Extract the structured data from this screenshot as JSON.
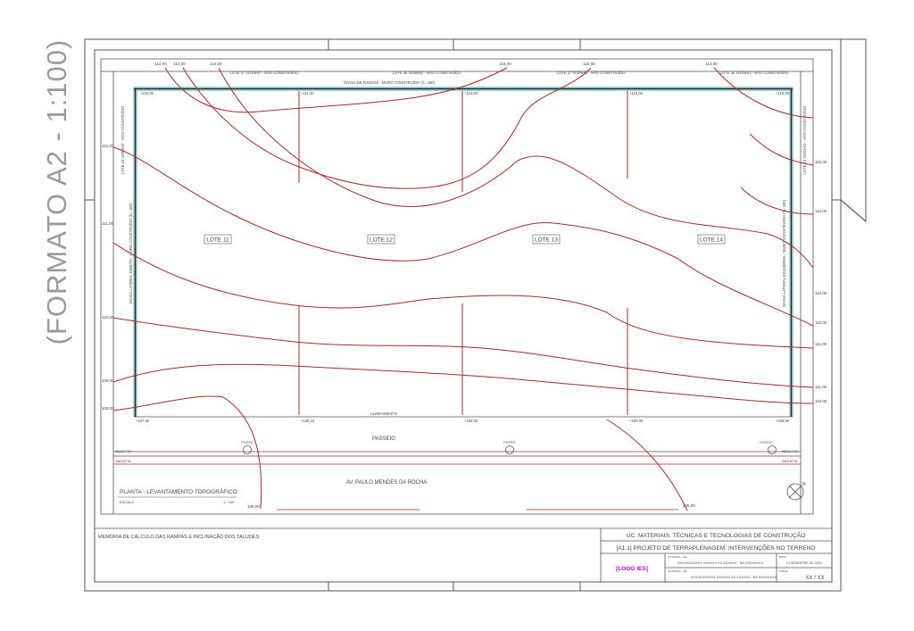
{
  "format_title": "(FORMATO A2 - 1:100)",
  "neighbors": {
    "top_left": "LOTE 37 VIZINHO - NÃO CONSTRUÍDO",
    "top_middle": "LOTE 38 VIZINHO - NÃO CONSTRUÍDO",
    "top_mid_right": "LOTE 37 VIZINHO - NÃO CONSTRUÍDO",
    "top_right": "LOTE 34 VIZINHO - NÃO CONSTRUÍDO",
    "left": "LOTE 10 VIZINHO - NÃO CONSTRUÍDO",
    "right": "LOTE 15 VIZINHO - NÃO CONSTRUÍDO"
  },
  "walls": {
    "top": "DIVISA DE FUNDOS - MURO CONSTRUÍDO (h= 180)",
    "left": "DIVISA LATERAL DIREITA - MURO CONSTRUÍDO (h= 180)",
    "right": "DIVISA LATERAL ESQUERDA - MURO CONSTRUÍDO (h= 180)"
  },
  "lots": [
    "LOTE 11",
    "LOTE 12",
    "LOTE 13",
    "LOTE 14"
  ],
  "top_contour_labels": [
    "112,00",
    "114,00",
    "116,00",
    "116,00",
    "115,00",
    "113,00"
  ],
  "left_contour_labels": [
    "112,00",
    "111,00",
    "110,00",
    "109,00",
    "108,00"
  ],
  "right_contour_labels": [
    "115,00",
    "114,00",
    "113,00",
    "112,00",
    "111,00",
    "111,00",
    "110,00"
  ],
  "corner_top_levels": [
    "+110,00",
    "+111,00",
    "+114,00",
    "+115,00",
    "+115,00"
  ],
  "corner_bottom_levels": [
    "+107,00",
    "+108,10",
    "+108,00",
    "+109,00",
    "+108,00"
  ],
  "bottom_contour_label": "109,00",
  "bottom_right_contour_label": "106,00",
  "alinhamento": "ALINHAMENTO",
  "passeio": "PASSEIO",
  "poste": "POSTE",
  "meio_fio": "MEIO-FIO",
  "sarjeta": "SARJETA",
  "street": "AV. PAULO MENDES DA ROCHA",
  "plan_title": "PLANTA - LEVANTAMENTO TOPOGRÁFICO",
  "scale_label": "ESCALA",
  "scale_value": "1 / 100",
  "north": "N",
  "title_block": {
    "memo": "MEMÓRIA DE CÁLCULO DAS RAMPAS E INCLINAÇÃO DOS TALUDES:",
    "uc": "UC: MATERIAIS, TÉCNICAS E TECNOLOGIAS DE CONSTRUÇÃO",
    "project": "[A1.1] PROJETO DE TERRAPLENAGEM: INTERVENÇÕES NO TERRENO",
    "logo": "[LOGO IES]",
    "aluno_label": "ALUNO(A) + RA",
    "aluno1": "XXXXXXXXXXX XXXXXX XX XXXXXX - RA XXXXXXXX",
    "aluno2": "XXXXXXXXXXX XXXXXX XX XXXXXX - RA XXXXXXXX",
    "data_label": "DATA",
    "data_value": "14 SEMESTRE DE 20XX",
    "folha_label": "FOLHA",
    "folha_value": "XX / XX"
  },
  "colors": {
    "contour": "#a52a2a",
    "wall": "#4aa3a3",
    "frame": "#555555",
    "text": "#444444",
    "logo": "#c000c0",
    "format_title": "#9a9a9a"
  }
}
